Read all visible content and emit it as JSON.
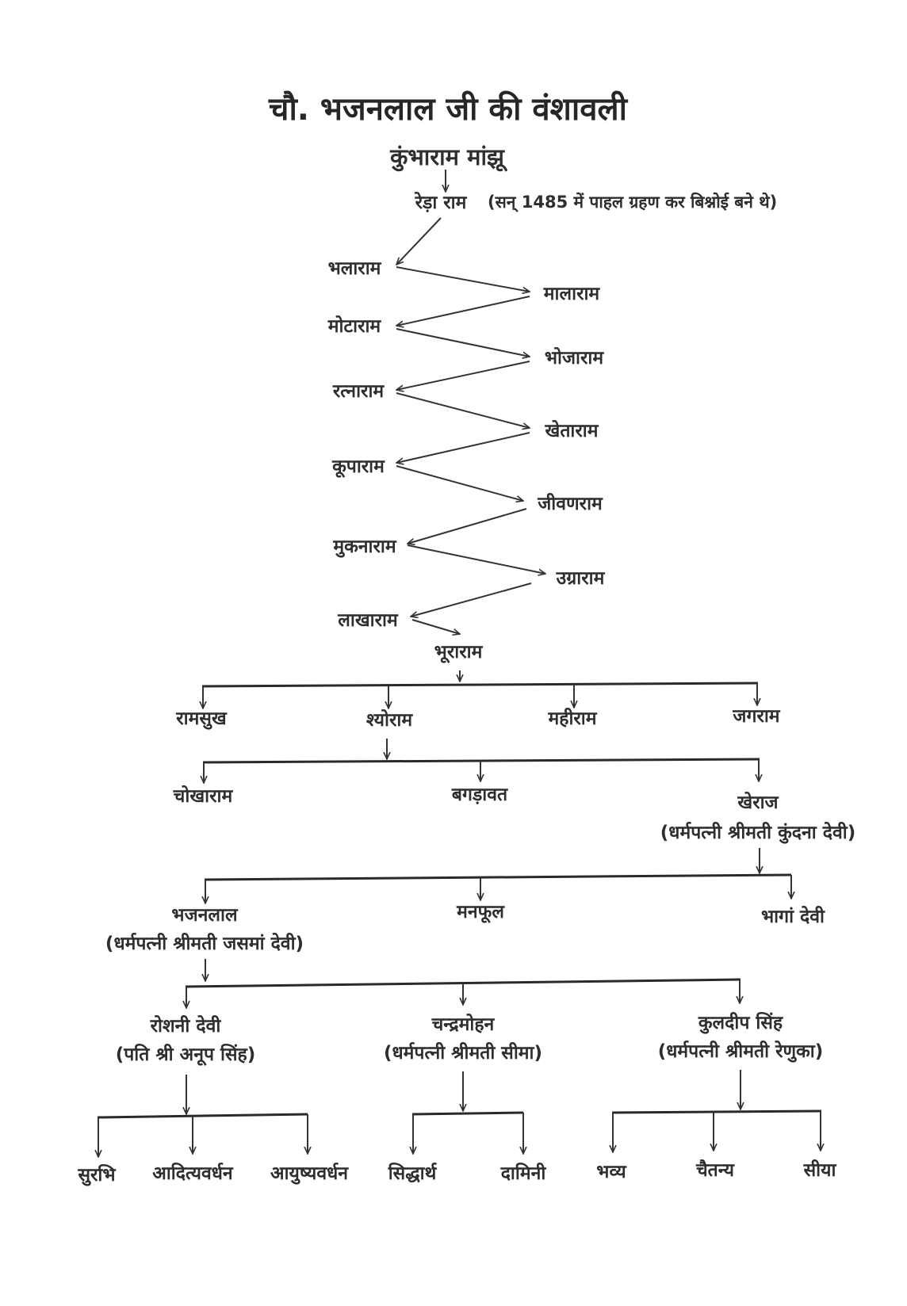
{
  "title": "चौ. भजनलाल जी की वंशावली",
  "ancestors": {
    "root": "कुंभाराम मांझू",
    "second": "रेड़ा राम",
    "second_note": "(सन् 1485 में पाहल ग्रहण कर बिश्नोई बने थे)",
    "chain": [
      "भलाराम",
      "मालाराम",
      "मोटाराम",
      "भोजाराम",
      "रत्नाराम",
      "खेताराम",
      "कूपाराम",
      "जीवणराम",
      "मुकनाराम",
      "उग्राराम",
      "लाखाराम",
      "भूराराम"
    ]
  },
  "gen_bhuraram_children": [
    "रामसुख",
    "श्योराम",
    "महीराम",
    "जगराम"
  ],
  "gen_shyoram_children": [
    "चोखाराम",
    "बगड़ावत",
    "खेराज"
  ],
  "kheraj_spouse": "(धर्मपत्नी श्रीमती कुंदना देवी)",
  "gen_kheraj_children": [
    "भजनलाल",
    "मनफूल",
    "भागां देवी"
  ],
  "bhajanlal_spouse": "(धर्मपत्नी श्रीमती जसमां देवी)",
  "gen_bhajanlal_children": [
    {
      "name": "रोशनी देवी",
      "note": "(पति श्री अनूप सिंह)",
      "children": [
        "सुरभि",
        "आदित्यवर्धन",
        "आयुष्यवर्धन"
      ]
    },
    {
      "name": "चन्द्रमोहन",
      "note": "(धर्मपत्नी श्रीमती सीमा)",
      "children": [
        "सिद्धार्थ",
        "दामिनी"
      ]
    },
    {
      "name": "कुलदीप सिंह",
      "note": "(धर्मपत्नी श्रीमती रेणुका)",
      "children": [
        "भव्य",
        "चैतन्य",
        "सीया"
      ]
    }
  ]
}
